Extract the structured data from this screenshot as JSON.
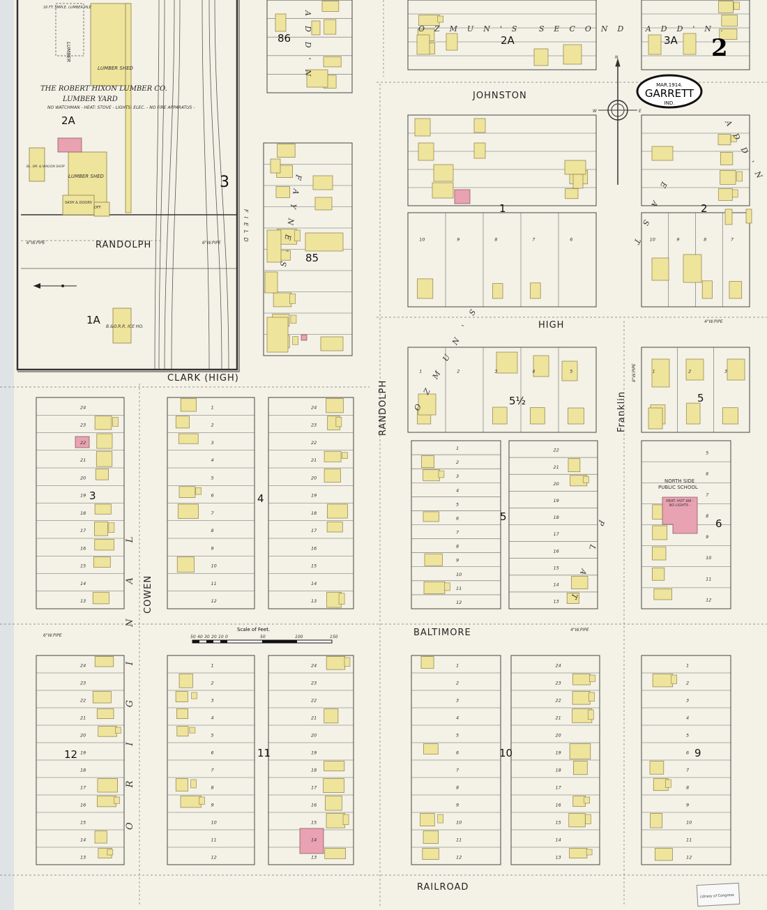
{
  "title": {
    "date": "MAR.1914.",
    "city": "GARRETT",
    "state": "IND.",
    "sheet": "2"
  },
  "compass": {
    "n": "N",
    "e": "E",
    "w": "W"
  },
  "streets": {
    "johnston": "JOHNSTON",
    "high": "HIGH",
    "clark": "CLARK (HIGH)",
    "randolph_inset": "RANDOLPH",
    "randolph": "RANDOLPH",
    "franklin": "Franklin",
    "cowen": "COWEN",
    "baltimore": "BALTIMORE",
    "railroad": "RAILROAD",
    "field": "FIELD"
  },
  "additions": {
    "ozmun_second": "OZMUN'S SECOND ADD'N.",
    "ozmuns": "OZMUN'S",
    "add_n_top": "ADD'N",
    "add_n_right": "ADD'N",
    "faynes": "FAYNE'S",
    "east": "EAST",
    "plat": "PLAT",
    "original": "ORIGINAL"
  },
  "blocks": {
    "b86": "86",
    "b85": "85",
    "b1": "1",
    "b2": "2",
    "b5half": "5½",
    "b5a": "5",
    "b3": "3",
    "b4": "4",
    "b5": "5",
    "b6": "6",
    "b12": "12",
    "b11": "11",
    "b10": "10",
    "b9": "9",
    "sheet3": "3",
    "s2a_left": "2A",
    "s1a": "1A",
    "s2a_top": "2A",
    "s3a": "3A"
  },
  "lumber": {
    "company": "THE ROBERT HIXON LUMBER CO.",
    "yard": "LUMBER YARD",
    "notes": "NO WATCHMAN - HEAT: STOVE - LIGHTS: ELEC. - NO FIRE APPARATUS -",
    "shed1": "LUMBER SHED",
    "shed2": "LUMBER SHED",
    "pile": "LUMBER",
    "pile_top": "16 FT. SMPLE. LUMBER PILE",
    "sash": "SASH & DOORS",
    "office": "OFF.",
    "shop": "BL. SM. & WAGON SHOP"
  },
  "railroad_icehouse": "B.&O.R.R. ICE HO.",
  "school": {
    "name1": "NORTH SIDE",
    "name2": "PUBLIC SCHOOL",
    "notes": "HEAT: HOT AIR - NO LIGHTS -"
  },
  "scale": {
    "title": "Scale of Feet.",
    "ticks": [
      "50",
      "40",
      "30",
      "20",
      "10",
      "0",
      "50",
      "100",
      "150"
    ]
  },
  "pipes": {
    "w6": "6\"W.PIPE",
    "w4": "4\"W.PIPE",
    "w8": "8\"W.PIPE"
  },
  "lots": {
    "b3": [
      "24",
      "23",
      "22",
      "21",
      "20",
      "19",
      "18",
      "17",
      "16",
      "15",
      "14",
      "13"
    ],
    "b4l": [
      "1",
      "2",
      "3",
      "4",
      "5",
      "6",
      "7",
      "8",
      "9",
      "10",
      "11",
      "12"
    ],
    "b4r": [
      "24",
      "23",
      "22",
      "21",
      "20",
      "19",
      "18",
      "17",
      "16",
      "15",
      "14",
      "13"
    ],
    "b5l": [
      "1",
      "2",
      "3",
      "4",
      "5",
      "6",
      "7",
      "8",
      "9",
      "10",
      "11",
      "12"
    ],
    "b5r": [
      "22",
      "21",
      "20",
      "19",
      "18",
      "17",
      "16",
      "15",
      "14",
      "13"
    ],
    "b6": [
      "5",
      "6",
      "7",
      "8",
      "9",
      "10",
      "11",
      "12"
    ],
    "b12": [
      "24",
      "23",
      "22",
      "21",
      "20",
      "19",
      "18",
      "17",
      "16",
      "15",
      "14",
      "13"
    ],
    "bG": [
      "1",
      "2",
      "3",
      "4",
      "5",
      "6",
      "7",
      "8",
      "9",
      "10",
      "11",
      "12"
    ],
    "b11": [
      "24",
      "23",
      "22",
      "21",
      "20",
      "19",
      "18",
      "17",
      "16",
      "15",
      "14",
      "13"
    ],
    "b10l": [
      "1",
      "2",
      "3",
      "4",
      "5",
      "6",
      "7",
      "8",
      "9",
      "10",
      "11",
      "12"
    ],
    "b10r": [
      "24",
      "23",
      "22",
      "21",
      "20",
      "19",
      "18",
      "17",
      "16",
      "15",
      "14",
      "13"
    ],
    "b9": [
      "1",
      "2",
      "3",
      "4",
      "5",
      "6",
      "7",
      "8",
      "9",
      "10",
      "11",
      "12"
    ],
    "b1": [
      "10",
      "9",
      "8",
      "7",
      "6"
    ],
    "b2": [
      "10",
      "9",
      "8",
      "7"
    ],
    "b5h": [
      "1",
      "2",
      "3",
      "4",
      "5"
    ],
    "b5x": [
      "1",
      "2",
      "3"
    ]
  },
  "stamp": "Library of Congress",
  "colors": {
    "paper": "#f4f2e6",
    "frame": "#ffffff",
    "dwelling": "#efe49c",
    "brick": "#e9a2b2",
    "outline": "#8a7d4a"
  }
}
